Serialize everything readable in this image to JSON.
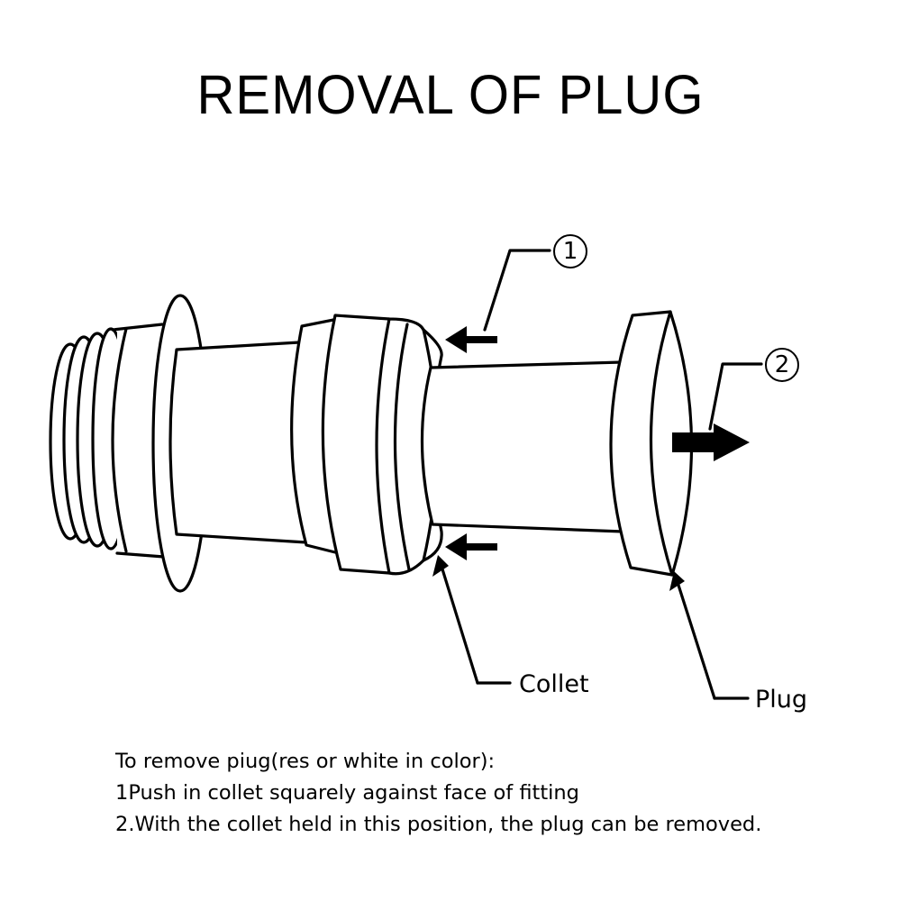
{
  "title": "REMOVAL OF PLUG",
  "callouts": {
    "step1": "1",
    "step2": "2",
    "collet": "Collet",
    "plug": "Plug"
  },
  "instructions": {
    "heading": "To remove piug(res or white in color):",
    "steps": [
      "1Push in collet squarely against face of fitting",
      "2.With the collet held in this position, the plug can be removed."
    ]
  }
}
